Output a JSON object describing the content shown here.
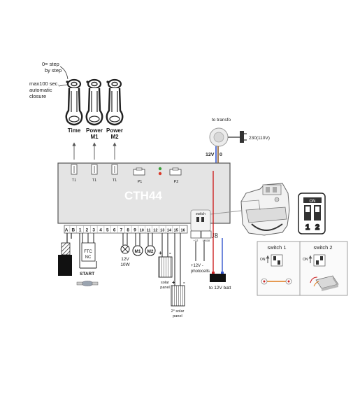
{
  "potentiometers": {
    "note_step": "0= step",
    "note_step2": "by step",
    "note_max1": "max100 sec.",
    "note_max2": "automatic",
    "note_max3": "closure",
    "time_label": "Time",
    "power_m1_line1": "Power",
    "power_m1_line2": "M1",
    "power_m2_line1": "Power",
    "power_m2_line2": "M2"
  },
  "board": {
    "title": "CTH44",
    "trimmer_1": "T1",
    "trimmer_2": "T1",
    "trimmer_3": "T1",
    "button_1": "P1",
    "button_2": "P2",
    "switch_box_label": "switch",
    "switch_small_1": "+12",
    "switch_small_2": "M818",
    "connector_label": "J8",
    "terminals": [
      "A",
      "B",
      "1",
      "2",
      "3",
      "4",
      "5",
      "6",
      "7",
      "8",
      "9",
      "10",
      "11",
      "12",
      "13",
      "14",
      "15",
      "16"
    ]
  },
  "transformer": {
    "to_transfo": "to transfo",
    "mains": "230(110V)",
    "v12": "12V",
    "zero": "0"
  },
  "wiring": {
    "ftc": "FTC",
    "nc": "NC",
    "start": "START",
    "lamp_line1": "12V",
    "lamp_line2": "10W",
    "motor1": "M1",
    "motor2": "M2",
    "solar1_line1": "solar",
    "solar1_line2": "panel",
    "solar2_line1": "2° solar",
    "solar2_line2": "panel",
    "plus_sign": "+",
    "minus_sign": "-",
    "photocells_line1": "+12V -",
    "photocells_line2": "photocells",
    "battery": "to 12V batt"
  },
  "switch_panel": {
    "on_label": "ON",
    "digit_1": "1",
    "digit_2": "2",
    "switch1": "switch 1",
    "switch2": "switch 2",
    "small_on_1": "ON",
    "small_on_2": "ON"
  },
  "colors": {
    "board_fill": "#e4e4e4",
    "board_stroke": "#555555",
    "wire_red": "#cc2222",
    "wire_blue": "#3355cc",
    "wire_brown": "#8a5a2a",
    "wire_orange": "#e07b1a"
  }
}
